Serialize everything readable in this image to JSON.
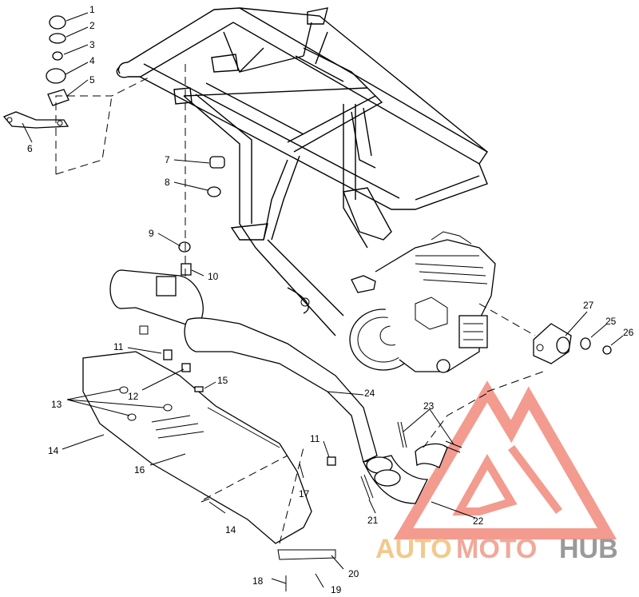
{
  "callouts": [
    {
      "id": "c1",
      "label": "1"
    },
    {
      "id": "c2",
      "label": "2"
    },
    {
      "id": "c3",
      "label": "3"
    },
    {
      "id": "c4",
      "label": "4"
    },
    {
      "id": "c5",
      "label": "5"
    },
    {
      "id": "c6",
      "label": "6"
    },
    {
      "id": "c7",
      "label": "7"
    },
    {
      "id": "c8",
      "label": "8"
    },
    {
      "id": "c9",
      "label": "9"
    },
    {
      "id": "c10",
      "label": "10"
    },
    {
      "id": "c11a",
      "label": "11"
    },
    {
      "id": "c11b",
      "label": "11"
    },
    {
      "id": "c12",
      "label": "12"
    },
    {
      "id": "c13",
      "label": "13"
    },
    {
      "id": "c14a",
      "label": "14"
    },
    {
      "id": "c14b",
      "label": "14"
    },
    {
      "id": "c15",
      "label": "15"
    },
    {
      "id": "c16",
      "label": "16"
    },
    {
      "id": "c17",
      "label": "17"
    },
    {
      "id": "c18",
      "label": "18"
    },
    {
      "id": "c19",
      "label": "19"
    },
    {
      "id": "c20",
      "label": "20"
    },
    {
      "id": "c21",
      "label": "21"
    },
    {
      "id": "c22",
      "label": "22"
    },
    {
      "id": "c23",
      "label": "23"
    },
    {
      "id": "c24",
      "label": "24"
    },
    {
      "id": "c25",
      "label": "25"
    },
    {
      "id": "c26",
      "label": "26"
    },
    {
      "id": "c27",
      "label": "27"
    }
  ],
  "watermark": {
    "word1": "AUTO",
    "word2": "MOTO",
    "word3": "HUB",
    "colors": {
      "auto": "#f2c98c",
      "moto": "#f0a99a",
      "hub": "#9a9a9a",
      "logo": "#f07a6a"
    }
  }
}
